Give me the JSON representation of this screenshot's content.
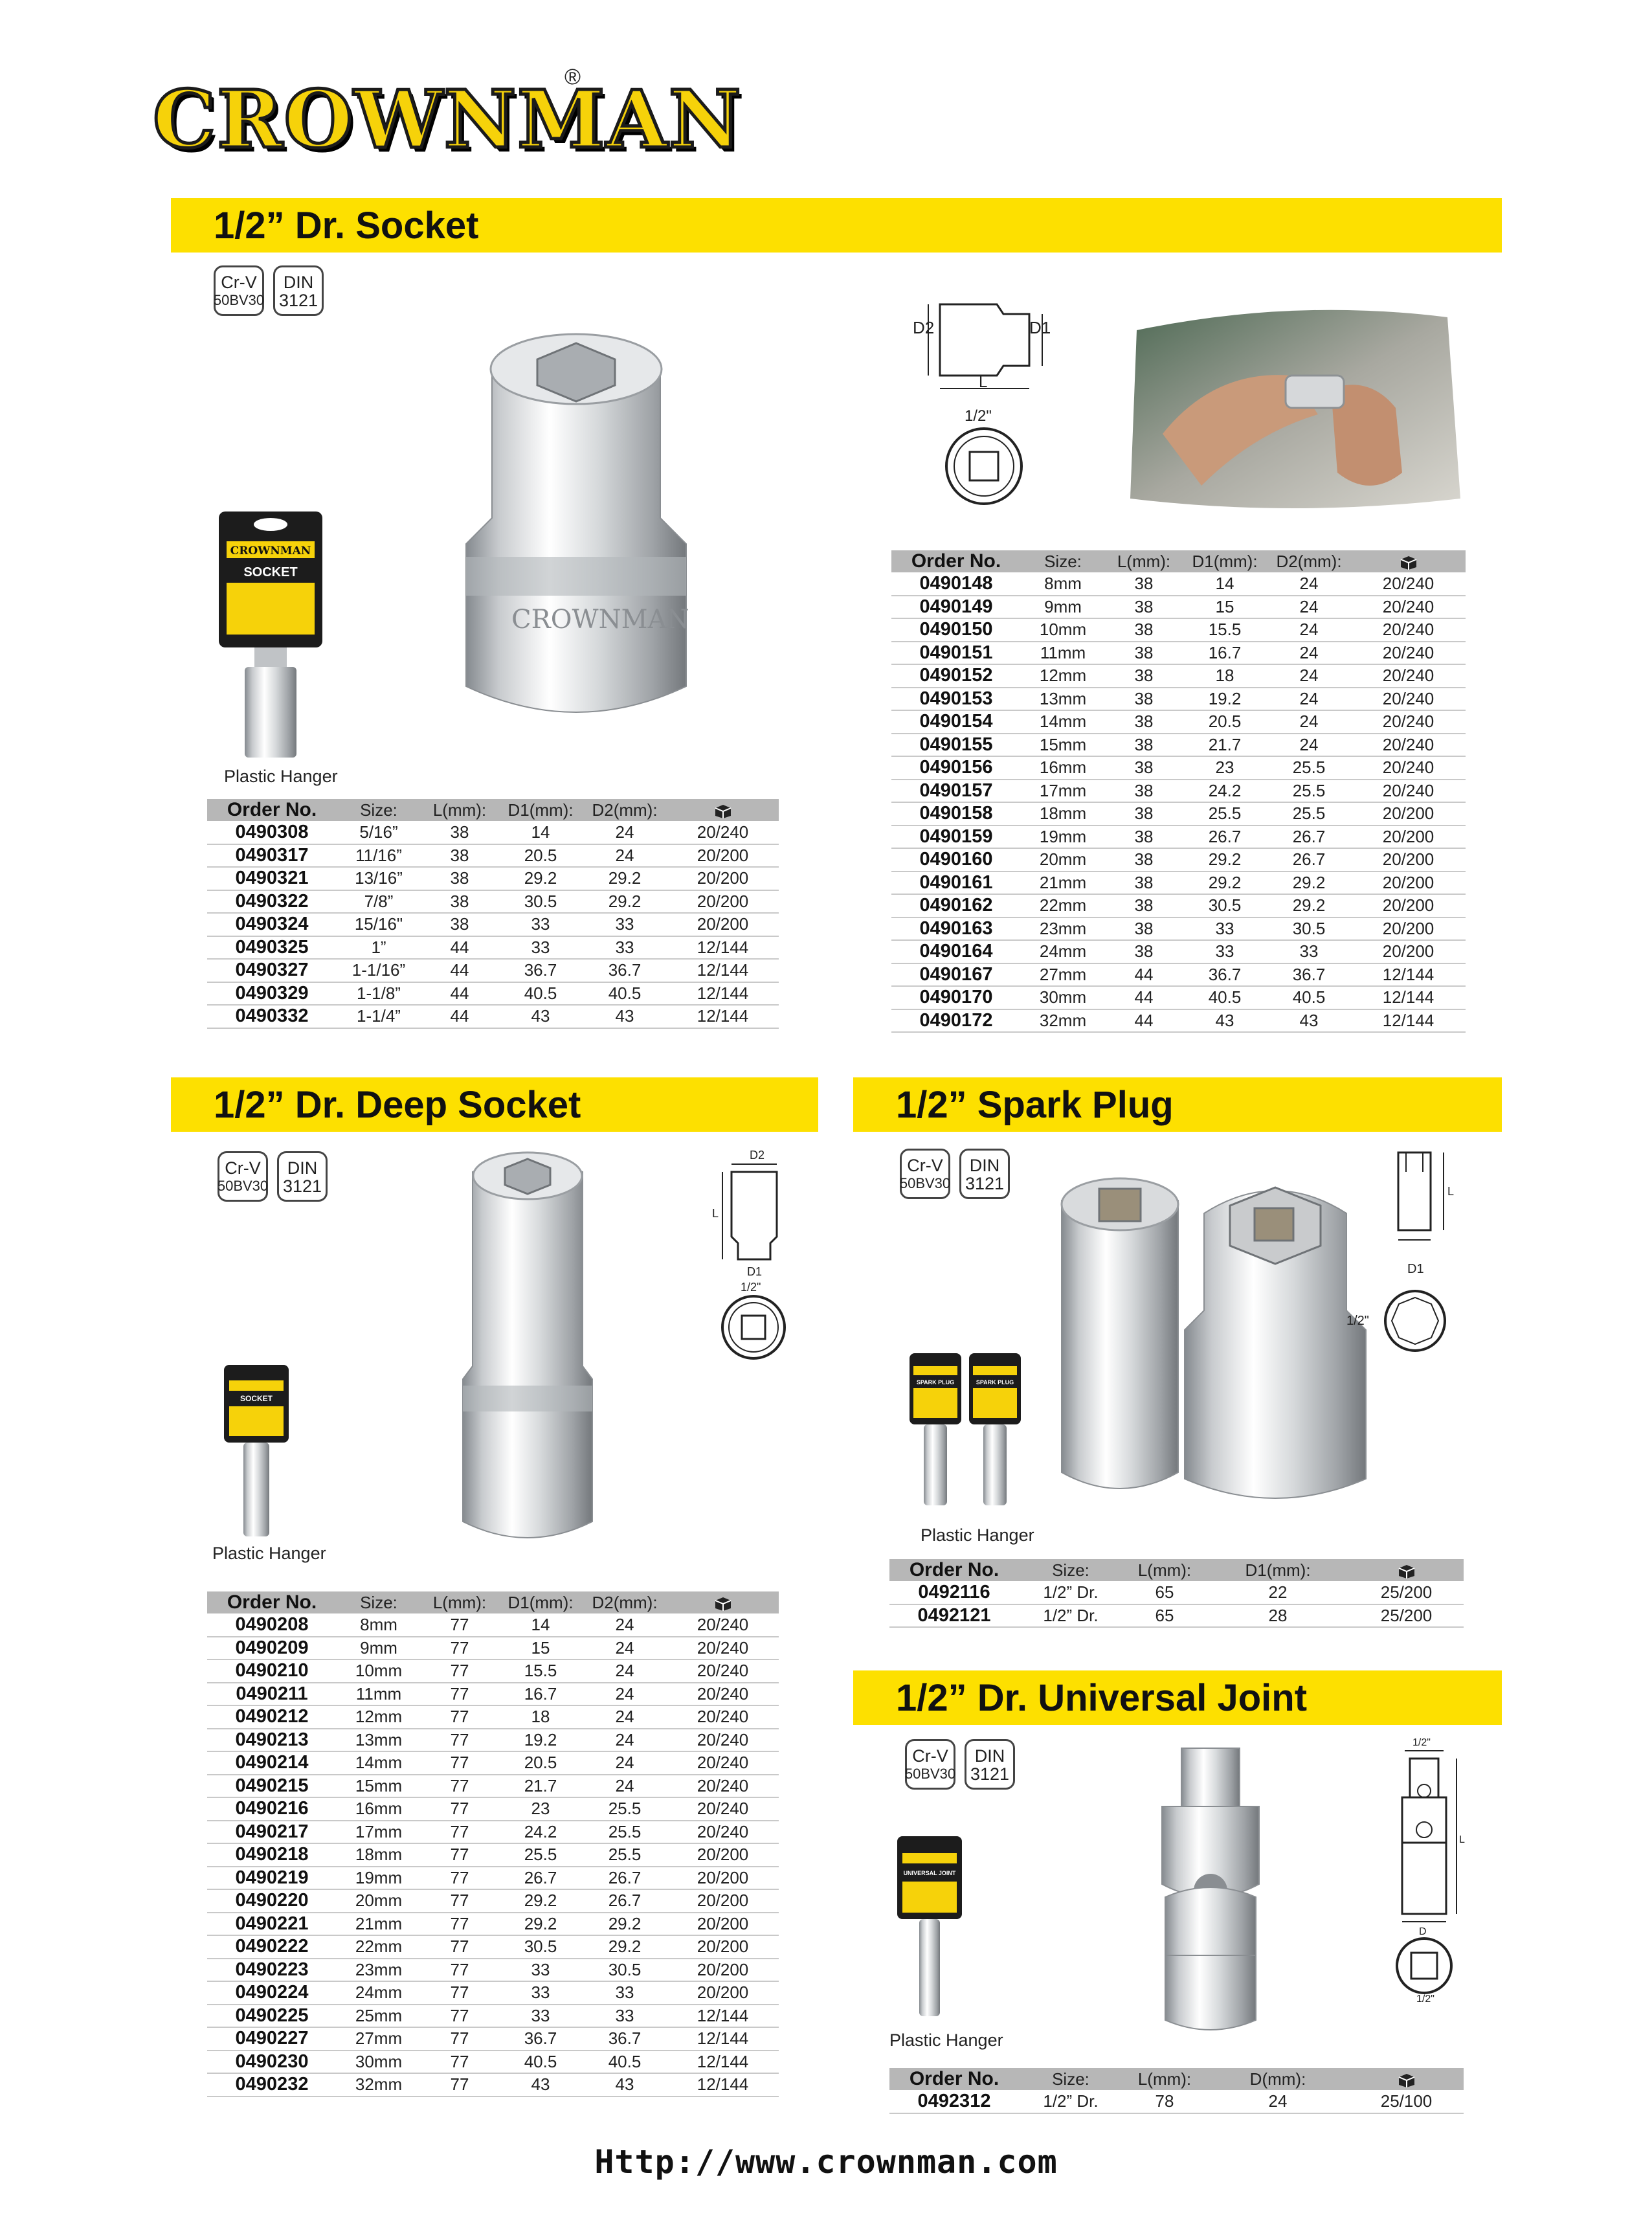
{
  "brand": {
    "name": "CROWNMAN",
    "registered": "®",
    "website": "Http://www.crownman.com"
  },
  "badges": {
    "material": "Cr-V",
    "steel_grade": "50BV30",
    "standard": "DIN",
    "standard_no": "3121"
  },
  "captions": {
    "plastic_hanger": "Plastic Hanger"
  },
  "hanger_card": {
    "brand": "CROWNMAN",
    "socket": "SOCKET",
    "spark_plug": "SPARK PLUG",
    "universal_joint": "UNIVERSAL JOINT"
  },
  "icons": {
    "package_qty": "box-icon"
  },
  "colors": {
    "banner": "#fde000",
    "header_row": "#b7b7b7",
    "logo_fill": "#f6d20a"
  },
  "dimension_labels": {
    "d1": "D1",
    "d2": "D2",
    "l": "L",
    "d": "D",
    "drive": "1/2\""
  },
  "sections": {
    "socket": {
      "title": "1/2” Dr. Socket",
      "columns": [
        "Order No.",
        "Size:",
        "L(mm):",
        "D1(mm):",
        "D2(mm):",
        ""
      ],
      "inch_rows": [
        [
          "0490308",
          "5/16”",
          "38",
          "14",
          "24",
          "20/240"
        ],
        [
          "0490317",
          "11/16”",
          "38",
          "20.5",
          "24",
          "20/200"
        ],
        [
          "0490321",
          "13/16”",
          "38",
          "29.2",
          "29.2",
          "20/200"
        ],
        [
          "0490322",
          "7/8”",
          "38",
          "30.5",
          "29.2",
          "20/200"
        ],
        [
          "0490324",
          "15/16\"",
          "38",
          "33",
          "33",
          "20/200"
        ],
        [
          "0490325",
          "1”",
          "44",
          "33",
          "33",
          "12/144"
        ],
        [
          "0490327",
          "1-1/16”",
          "44",
          "36.7",
          "36.7",
          "12/144"
        ],
        [
          "0490329",
          "1-1/8”",
          "44",
          "40.5",
          "40.5",
          "12/144"
        ],
        [
          "0490332",
          "1-1/4”",
          "44",
          "43",
          "43",
          "12/144"
        ]
      ],
      "metric_rows": [
        [
          "0490148",
          "8mm",
          "38",
          "14",
          "24",
          "20/240"
        ],
        [
          "0490149",
          "9mm",
          "38",
          "15",
          "24",
          "20/240"
        ],
        [
          "0490150",
          "10mm",
          "38",
          "15.5",
          "24",
          "20/240"
        ],
        [
          "0490151",
          "11mm",
          "38",
          "16.7",
          "24",
          "20/240"
        ],
        [
          "0490152",
          "12mm",
          "38",
          "18",
          "24",
          "20/240"
        ],
        [
          "0490153",
          "13mm",
          "38",
          "19.2",
          "24",
          "20/240"
        ],
        [
          "0490154",
          "14mm",
          "38",
          "20.5",
          "24",
          "20/240"
        ],
        [
          "0490155",
          "15mm",
          "38",
          "21.7",
          "24",
          "20/240"
        ],
        [
          "0490156",
          "16mm",
          "38",
          "23",
          "25.5",
          "20/240"
        ],
        [
          "0490157",
          "17mm",
          "38",
          "24.2",
          "25.5",
          "20/240"
        ],
        [
          "0490158",
          "18mm",
          "38",
          "25.5",
          "25.5",
          "20/200"
        ],
        [
          "0490159",
          "19mm",
          "38",
          "26.7",
          "26.7",
          "20/200"
        ],
        [
          "0490160",
          "20mm",
          "38",
          "29.2",
          "26.7",
          "20/200"
        ],
        [
          "0490161",
          "21mm",
          "38",
          "29.2",
          "29.2",
          "20/200"
        ],
        [
          "0490162",
          "22mm",
          "38",
          "30.5",
          "29.2",
          "20/200"
        ],
        [
          "0490163",
          "23mm",
          "38",
          "33",
          "30.5",
          "20/200"
        ],
        [
          "0490164",
          "24mm",
          "38",
          "33",
          "33",
          "20/200"
        ],
        [
          "0490167",
          "27mm",
          "44",
          "36.7",
          "36.7",
          "12/144"
        ],
        [
          "0490170",
          "30mm",
          "44",
          "40.5",
          "40.5",
          "12/144"
        ],
        [
          "0490172",
          "32mm",
          "44",
          "43",
          "43",
          "12/144"
        ]
      ]
    },
    "deep_socket": {
      "title": "1/2” Dr. Deep Socket",
      "columns": [
        "Order No.",
        "Size:",
        "L(mm):",
        "D1(mm):",
        "D2(mm):",
        ""
      ],
      "rows": [
        [
          "0490208",
          "8mm",
          "77",
          "14",
          "24",
          "20/240"
        ],
        [
          "0490209",
          "9mm",
          "77",
          "15",
          "24",
          "20/240"
        ],
        [
          "0490210",
          "10mm",
          "77",
          "15.5",
          "24",
          "20/240"
        ],
        [
          "0490211",
          "11mm",
          "77",
          "16.7",
          "24",
          "20/240"
        ],
        [
          "0490212",
          "12mm",
          "77",
          "18",
          "24",
          "20/240"
        ],
        [
          "0490213",
          "13mm",
          "77",
          "19.2",
          "24",
          "20/240"
        ],
        [
          "0490214",
          "14mm",
          "77",
          "20.5",
          "24",
          "20/240"
        ],
        [
          "0490215",
          "15mm",
          "77",
          "21.7",
          "24",
          "20/240"
        ],
        [
          "0490216",
          "16mm",
          "77",
          "23",
          "25.5",
          "20/240"
        ],
        [
          "0490217",
          "17mm",
          "77",
          "24.2",
          "25.5",
          "20/240"
        ],
        [
          "0490218",
          "18mm",
          "77",
          "25.5",
          "25.5",
          "20/200"
        ],
        [
          "0490219",
          "19mm",
          "77",
          "26.7",
          "26.7",
          "20/200"
        ],
        [
          "0490220",
          "20mm",
          "77",
          "29.2",
          "26.7",
          "20/200"
        ],
        [
          "0490221",
          "21mm",
          "77",
          "29.2",
          "29.2",
          "20/200"
        ],
        [
          "0490222",
          "22mm",
          "77",
          "30.5",
          "29.2",
          "20/200"
        ],
        [
          "0490223",
          "23mm",
          "77",
          "33",
          "30.5",
          "20/200"
        ],
        [
          "0490224",
          "24mm",
          "77",
          "33",
          "33",
          "20/200"
        ],
        [
          "0490225",
          "25mm",
          "77",
          "33",
          "33",
          "12/144"
        ],
        [
          "0490227",
          "27mm",
          "77",
          "36.7",
          "36.7",
          "12/144"
        ],
        [
          "0490230",
          "30mm",
          "77",
          "40.5",
          "40.5",
          "12/144"
        ],
        [
          "0490232",
          "32mm",
          "77",
          "43",
          "43",
          "12/144"
        ]
      ]
    },
    "spark_plug": {
      "title": "1/2” Spark Plug",
      "columns": [
        "Order No.",
        "Size:",
        "L(mm):",
        "D1(mm):",
        ""
      ],
      "rows": [
        [
          "0492116",
          "1/2” Dr.",
          "65",
          "22",
          "25/200"
        ],
        [
          "0492121",
          "1/2” Dr.",
          "65",
          "28",
          "25/200"
        ]
      ]
    },
    "universal_joint": {
      "title": "1/2” Dr. Universal Joint",
      "columns": [
        "Order No.",
        "Size:",
        "L(mm):",
        "D(mm):",
        ""
      ],
      "rows": [
        [
          "0492312",
          "1/2” Dr.",
          "78",
          "24",
          "25/100"
        ]
      ]
    }
  }
}
